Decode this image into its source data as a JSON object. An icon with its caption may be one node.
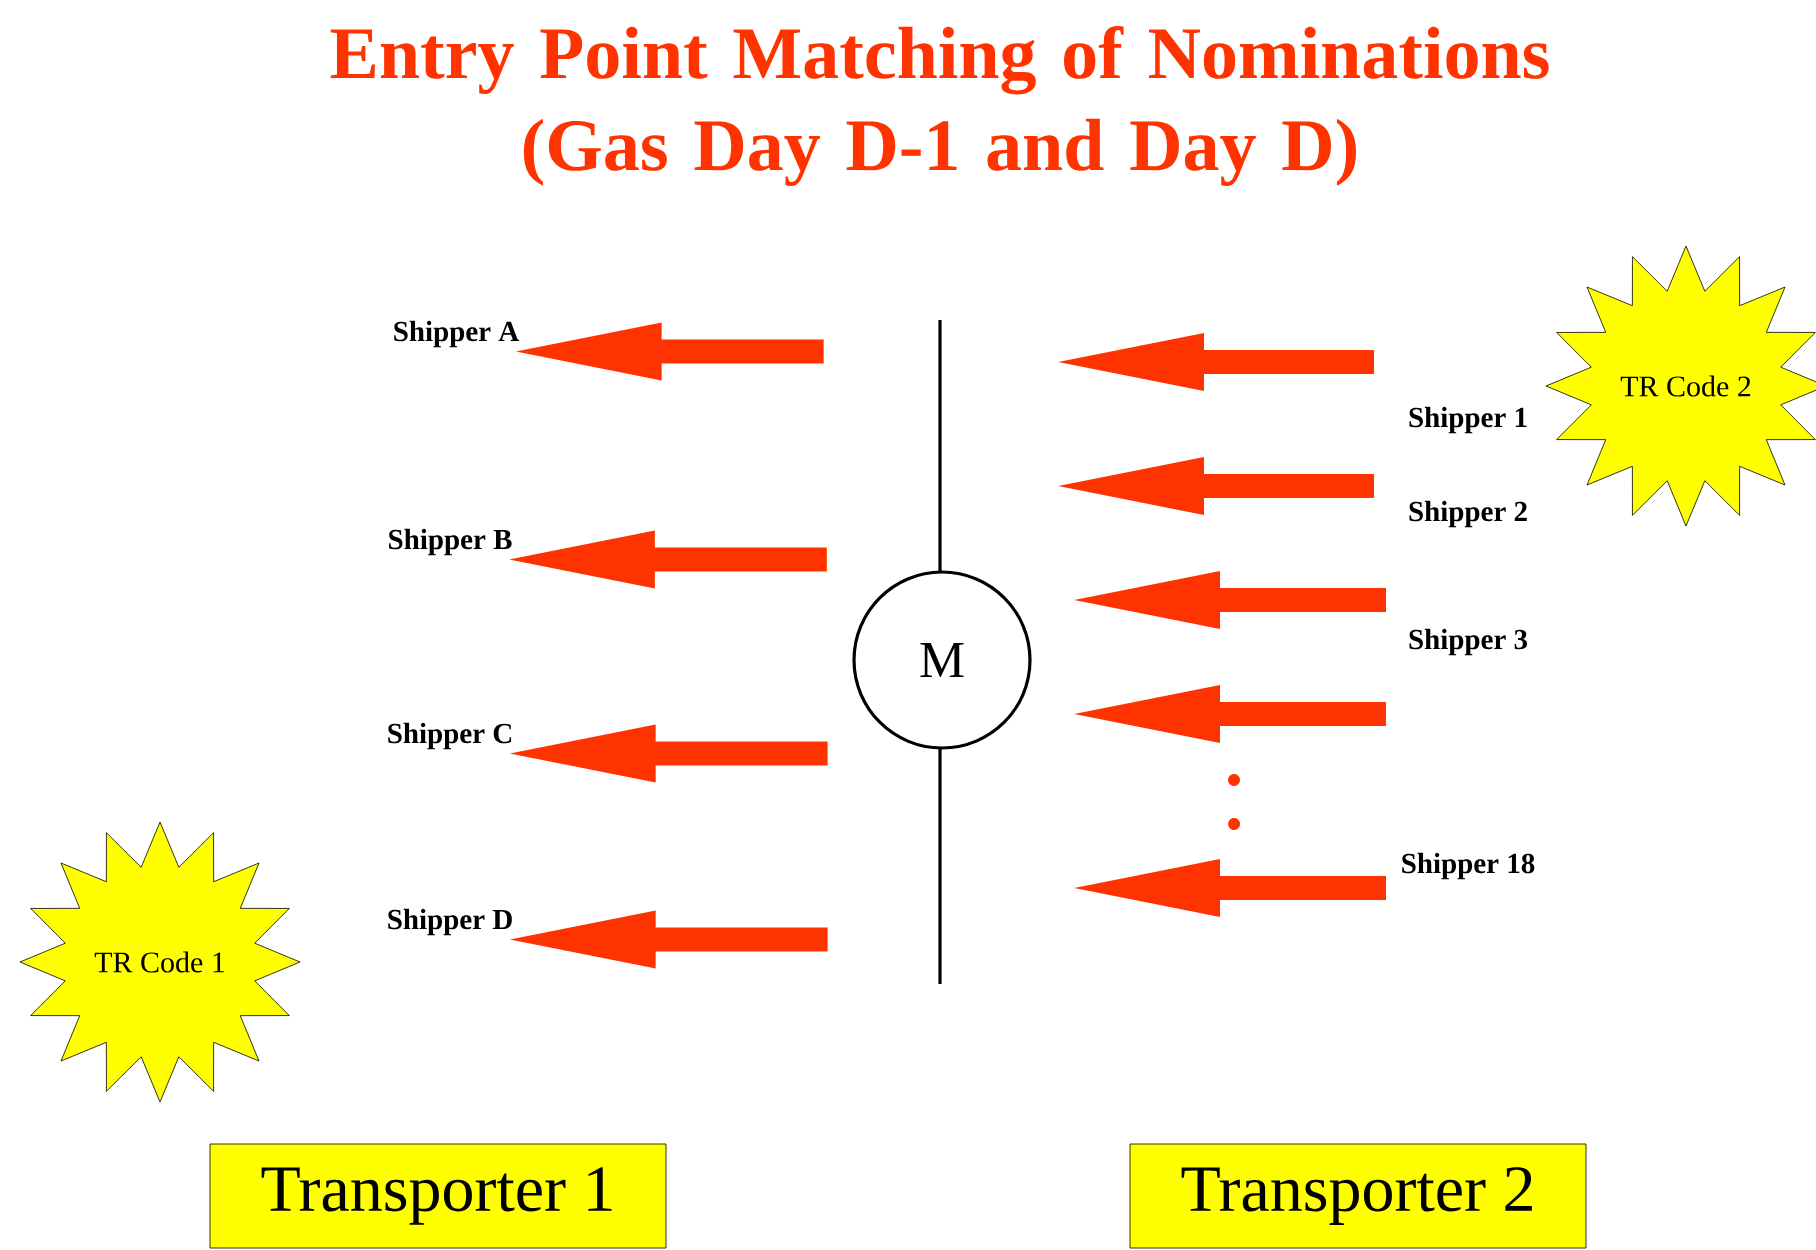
{
  "diagram": {
    "title": "Entry Point Matching of Nominations (Gas Day D-1 and Day D)",
    "nodes": [
      {
        "text": [
          "Shipper A"
        ]
      },
      {
        "text": [
          "Shipper B"
        ]
      },
      {
        "text": [
          "Shipper C"
        ]
      },
      {
        "text": [
          "Shipper D"
        ]
      },
      {
        "text": [
          "M"
        ]
      },
      {
        "text": [
          "Shipper 1"
        ]
      },
      {
        "text": [
          "Shipper 2"
        ]
      },
      {
        "text": [
          "Shipper 3"
        ]
      },
      {
        "text": [
          "Shipper 18"
        ]
      },
      {
        "text": [
          "TR Code 2"
        ]
      },
      {
        "text": [
          "TR Code 1"
        ]
      },
      {
        "text": [
          "Transporter 1"
        ]
      },
      {
        "text": [
          "Transporter 2"
        ]
      }
    ],
    "edges": [
      {
        "from": null,
        "to": 0,
        "arrow": "to"
      },
      {
        "from": null,
        "to": 1,
        "arrow": "to"
      },
      {
        "from": null,
        "to": 2,
        "arrow": "to"
      },
      {
        "from": null,
        "to": 3,
        "arrow": "to"
      },
      {
        "from": 5,
        "to": null,
        "arrow": "to"
      },
      {
        "from": 6,
        "to": null,
        "arrow": "to"
      },
      {
        "from": 7,
        "to": null,
        "arrow": "to"
      },
      {
        "from": 8,
        "to": null,
        "arrow": "to"
      }
    ]
  }
}
